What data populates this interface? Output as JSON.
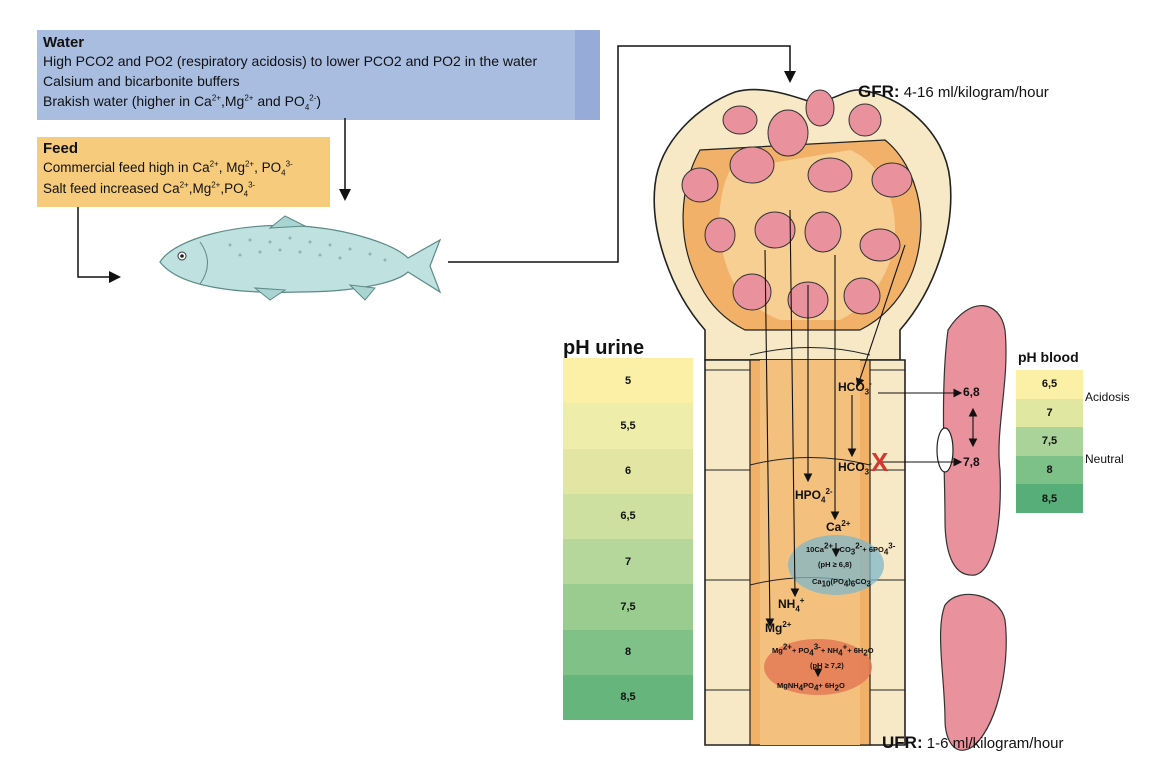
{
  "water": {
    "title": "Water",
    "line1": "High PCO2 and PO2 (respiratory acidosis) to lower PCO2 and PO2 in the water",
    "line2": "Calsium and bicarbonite buffers",
    "line3_prefix": "Brakish water (higher in Ca",
    "line3_rest": "Mg",
    "line3_and": "and PO",
    "line3_end": ")"
  },
  "feed": {
    "title": "Feed",
    "line1_prefix": "Commercial feed high in Ca",
    "line2_prefix": "Salt feed increased Ca"
  },
  "gfr": {
    "label": "GFR:",
    "value": "4-16 ml/kilogram/hour"
  },
  "ufr": {
    "label": "UFR:",
    "value": "1-6 ml/kilogram/hour"
  },
  "ph_urine": {
    "title": "pH urine",
    "levels": [
      "5",
      "5,5",
      "6",
      "6,5",
      "7",
      "7,5",
      "8",
      "8,5"
    ],
    "colors": [
      "#fbf0a6",
      "#eeedaa",
      "#e2e6a2",
      "#cde0a0",
      "#b6d79b",
      "#9acc90",
      "#80c187",
      "#66b57c"
    ]
  },
  "ph_blood": {
    "title": "pH blood",
    "levels": [
      "6,5",
      "7",
      "7,5",
      "8",
      "8,5"
    ],
    "colors": [
      "#fbf0a6",
      "#dfe7a1",
      "#aad39a",
      "#7dc188",
      "#58ae79"
    ],
    "acidosis": "Acidosis",
    "neutral": "Neutral"
  },
  "chemistry": {
    "hco3_top": "HCO",
    "hco3_bottom": "HCO",
    "hpo4": "HPO",
    "ca": "Ca",
    "nh4": "NH",
    "mg": "Mg",
    "val_68": "6,8",
    "val_78": "7,8",
    "eq1_a": "10Ca",
    "eq1_cond": "(pH ≥ 6,8)",
    "eq1_prod": "Ca",
    "eq2_a": "Mg",
    "eq2_cond": "(pH ≥ 7,2)",
    "eq2_prod": "MgNH",
    "x_mark": "X"
  }
}
